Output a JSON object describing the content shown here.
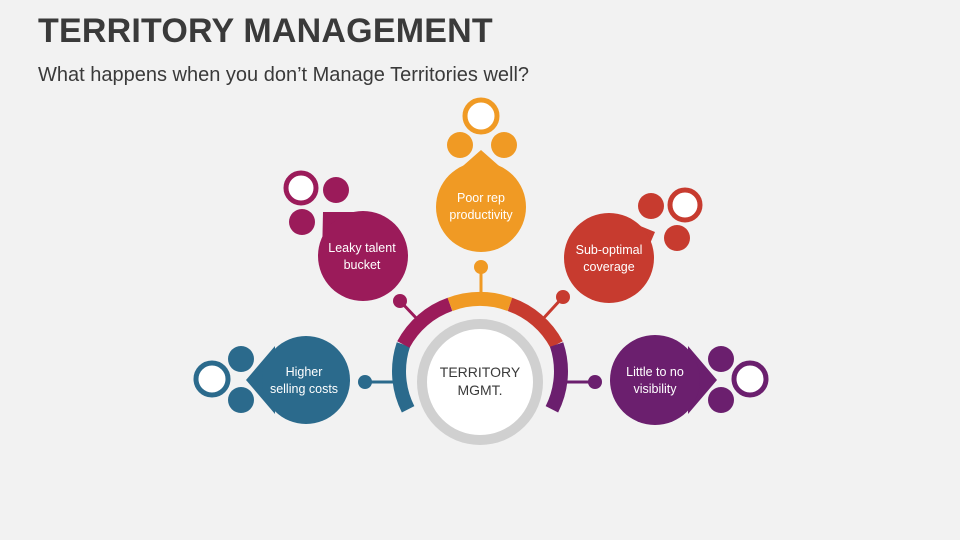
{
  "slide": {
    "title": "TERRITORY MANAGEMENT",
    "subtitle": "What happens when you don’t Manage Territories well?"
  },
  "center": {
    "line1": "TERRITORY",
    "line2": "MGMT."
  },
  "nodes": [
    {
      "id": "higher-selling-costs",
      "line1": "Higher",
      "line2": "selling costs",
      "color": "#2b6a8c"
    },
    {
      "id": "leaky-talent-bucket",
      "line1": "Leaky talent",
      "line2": "bucket",
      "color": "#9b1b5a"
    },
    {
      "id": "poor-rep-productivity",
      "line1": "Poor rep",
      "line2": "productivity",
      "color": "#f09a24"
    },
    {
      "id": "sub-optimal-coverage",
      "line1": "Sub-optimal",
      "line2": "coverage",
      "color": "#c73b2f"
    },
    {
      "id": "little-to-no-visibility",
      "line1": "Little to no",
      "line2": "visibility",
      "color": "#6b1f6e"
    }
  ],
  "colors": {
    "background": "#f2f2f2",
    "text": "#3a3a3a",
    "ring_gray": "#d0d0d0"
  }
}
